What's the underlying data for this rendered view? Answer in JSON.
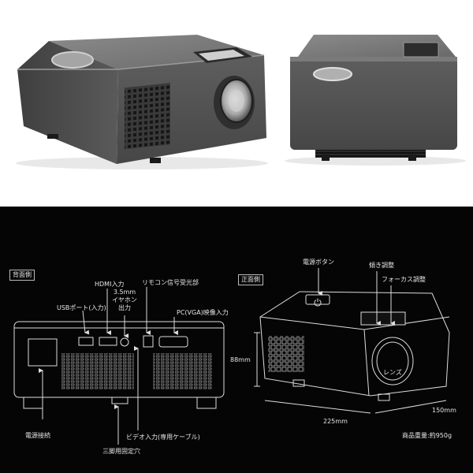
{
  "labels": {
    "back_section": "背面側",
    "front_section": "正面側",
    "usb_port": "USBポート(入力)",
    "hdmi_input": "HDMI入力",
    "earphone_output_line1": "3.5mm",
    "earphone_output_line2": "イヤホン",
    "earphone_output_line3": "出力",
    "remote_receiver": "リモコン信号受光部",
    "vga_input": "PC(VGA)映像入力",
    "power_connection": "電源接続",
    "video_input": "ビデオ入力(専用ケーブル)",
    "tripod_hole": "三脚用固定穴",
    "power_button": "電源ボタン",
    "tilt_adjust": "傾き調整",
    "focus_adjust": "フォーカス調整",
    "lens": "レンズ",
    "height_dim": "88mm",
    "width_dim": "225mm",
    "depth_dim": "150mm",
    "weight": "商品重量:約950g"
  },
  "colors": {
    "panel_bg": "#050505",
    "line": "#dcdcdc",
    "body_gray": "#5f5f5f"
  },
  "icons": {
    "power": "power-icon"
  }
}
